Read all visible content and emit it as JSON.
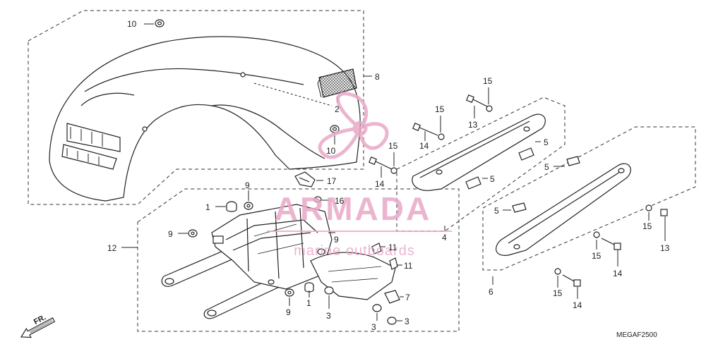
{
  "diagram_code": "MEGAF2500",
  "watermark": {
    "line1": "ARMADA",
    "line2": "marine outboards",
    "color": "#e9a9c7"
  },
  "direction_label": "FR.",
  "callouts": {
    "p1": "1",
    "p2": "2",
    "p3": "3",
    "p4": "4",
    "p5": "5",
    "p6": "6",
    "p7": "7",
    "p8": "8",
    "p9": "9",
    "p10": "10",
    "p11": "11",
    "p12": "12",
    "p13": "13",
    "p14": "14",
    "p15": "15",
    "p16": "16",
    "p17": "17"
  },
  "colors": {
    "line": "#222222",
    "fill": "#ffffff",
    "dash": "#333333"
  }
}
